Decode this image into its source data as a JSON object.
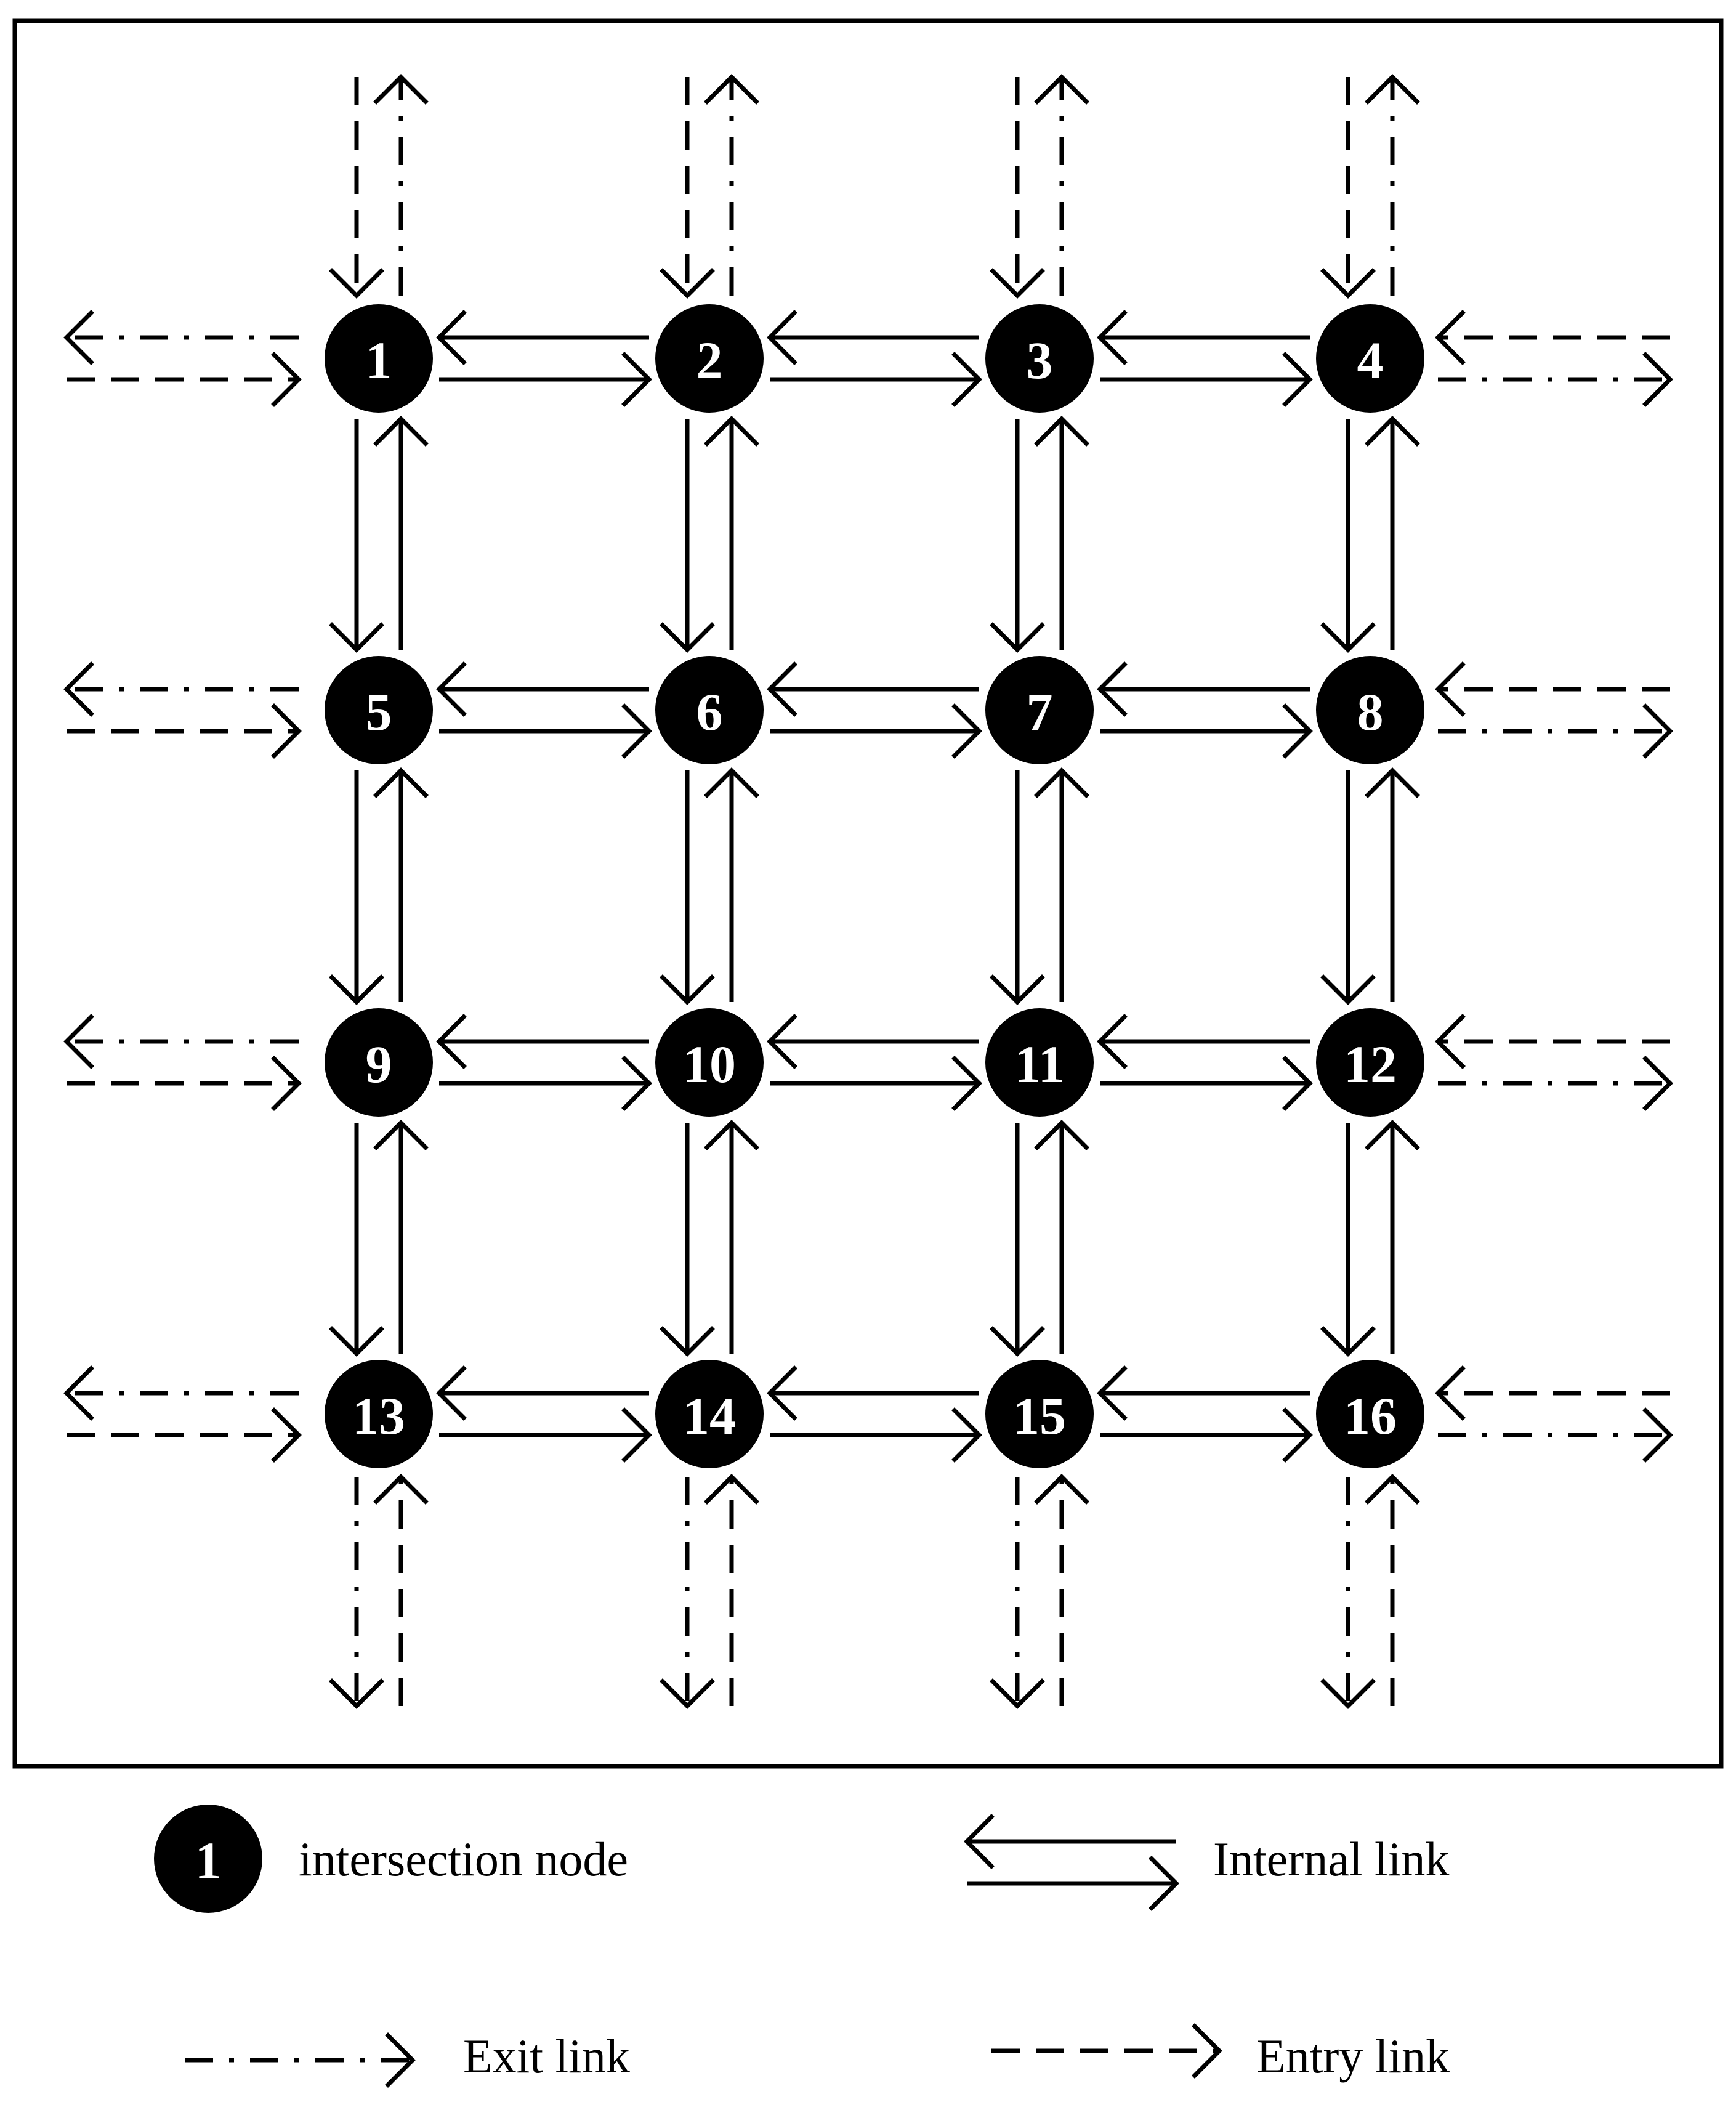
{
  "nodes": [
    "1",
    "2",
    "3",
    "4",
    "5",
    "6",
    "7",
    "8",
    "9",
    "10",
    "11",
    "12",
    "13",
    "14",
    "15",
    "16"
  ],
  "grid": {
    "rows": 4,
    "cols": 4
  },
  "legend": {
    "node_sample_label": "1",
    "node_text": "intersection node",
    "internal_text": "Internal link",
    "exit_text": "Exit link",
    "entry_text": "Entry link"
  },
  "colors": {
    "ink": "#000000",
    "background": "#ffffff",
    "node_label": "#ffffff"
  }
}
